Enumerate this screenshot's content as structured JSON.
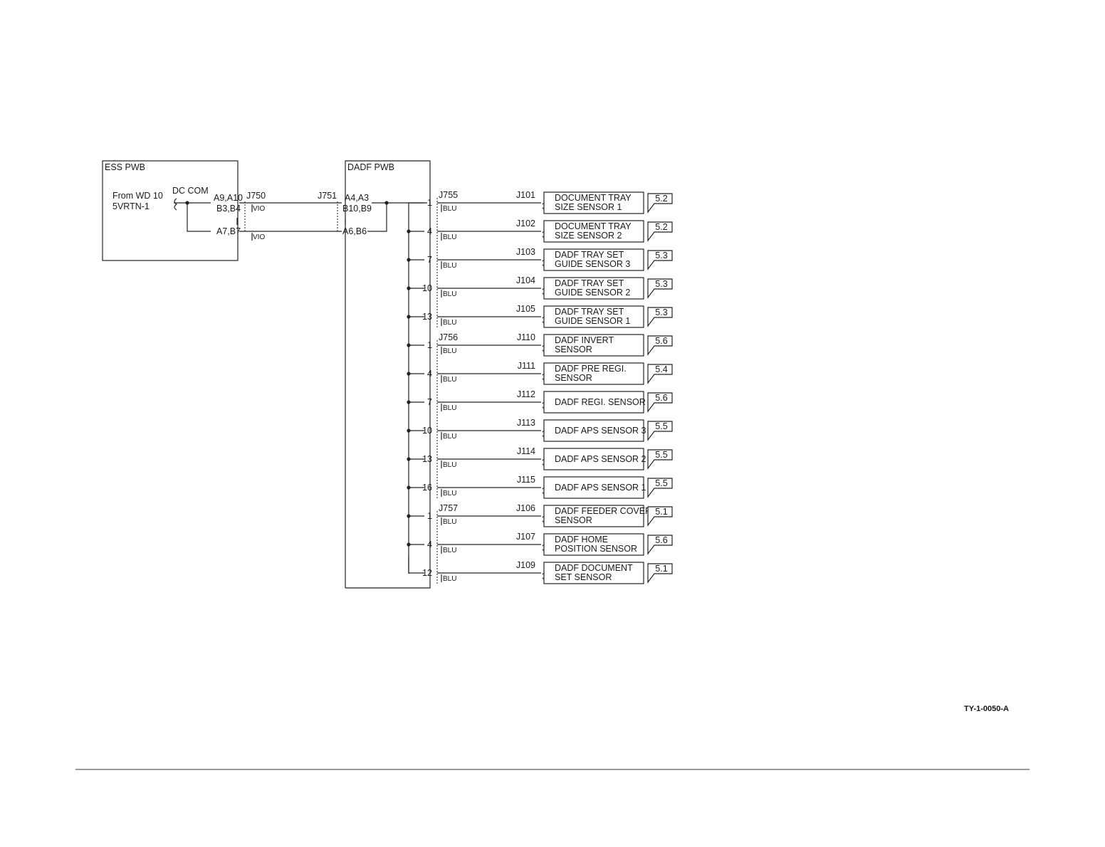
{
  "ess_pwb": {
    "title": "ESS PWB",
    "from_label_1": "From WD 10",
    "from_label_2": "5VRTN-1",
    "dc_com": "DC COM",
    "pin_a9a10": "A9,A10",
    "pin_b3b4": "B3,B4",
    "pin_a7b7": "A7,B7"
  },
  "harness": {
    "j750": "J750",
    "j751": "J751",
    "wire_color_1": "VIO",
    "wire_color_2": "VIO"
  },
  "dadf_pwb": {
    "title": "DADF PWB",
    "pin_a4a3": "A4,A3",
    "pin_b10b9": "B10,B9",
    "pin_a6b6": "A6,B6"
  },
  "wire_color": "BLU",
  "sensor_pin": "3",
  "rows": [
    {
      "pin": "1",
      "conn": "J755",
      "jack": "J101",
      "name1": "DOCUMENT TRAY",
      "name2": "SIZE SENSOR 1",
      "ref": "5.2"
    },
    {
      "pin": "4",
      "conn": "",
      "jack": "J102",
      "name1": "DOCUMENT TRAY",
      "name2": "SIZE SENSOR 2",
      "ref": "5.2"
    },
    {
      "pin": "7",
      "conn": "",
      "jack": "J103",
      "name1": "DADF TRAY SET",
      "name2": "GUIDE SENSOR 3",
      "ref": "5.3"
    },
    {
      "pin": "10",
      "conn": "",
      "jack": "J104",
      "name1": "DADF TRAY SET",
      "name2": "GUIDE SENSOR 2",
      "ref": "5.3"
    },
    {
      "pin": "13",
      "conn": "",
      "jack": "J105",
      "name1": "DADF TRAY SET",
      "name2": "GUIDE SENSOR 1",
      "ref": "5.3"
    },
    {
      "pin": "1",
      "conn": "J756",
      "jack": "J110",
      "name1": "DADF INVERT",
      "name2": "SENSOR",
      "ref": "5.6"
    },
    {
      "pin": "4",
      "conn": "",
      "jack": "J111",
      "name1": "DADF PRE REGI.",
      "name2": "SENSOR",
      "ref": "5.4"
    },
    {
      "pin": "7",
      "conn": "",
      "jack": "J112",
      "name1": "DADF REGI. SENSOR",
      "name2": "",
      "ref": "5.6"
    },
    {
      "pin": "10",
      "conn": "",
      "jack": "J113",
      "name1": "DADF APS SENSOR 3",
      "name2": "",
      "ref": "5.5"
    },
    {
      "pin": "13",
      "conn": "",
      "jack": "J114",
      "name1": "DADF APS SENSOR 2",
      "name2": "",
      "ref": "5.5"
    },
    {
      "pin": "16",
      "conn": "",
      "jack": "J115",
      "name1": "DADF APS SENSOR 1",
      "name2": "",
      "ref": "5.5"
    },
    {
      "pin": "1",
      "conn": "J757",
      "jack": "J106",
      "name1": "DADF FEEDER COVER",
      "name2": "SENSOR",
      "ref": "5.1"
    },
    {
      "pin": "4",
      "conn": "",
      "jack": "J107",
      "name1": "DADF HOME",
      "name2": "POSITION SENSOR",
      "ref": "5.6"
    },
    {
      "pin": "12",
      "conn": "",
      "jack": "J109",
      "name1": "DADF DOCUMENT",
      "name2": "SET SENSOR",
      "ref": "5.1"
    }
  ],
  "doc_id": "TY-1-0050-A"
}
